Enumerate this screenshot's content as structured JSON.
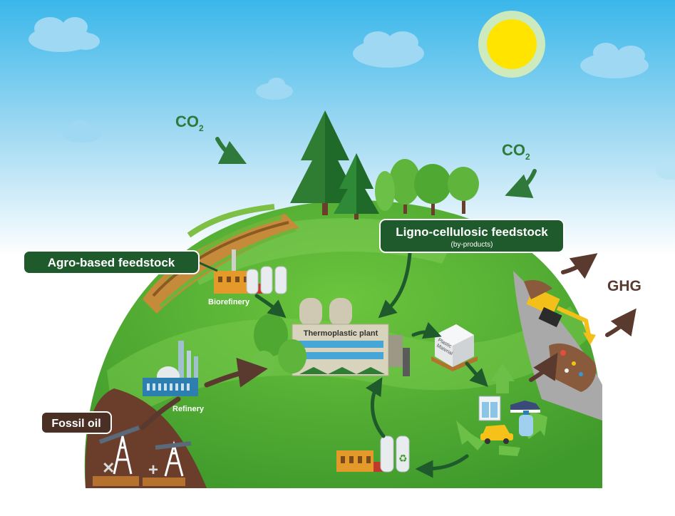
{
  "labels": {
    "co2_left_main": "CO",
    "co2_left_sub": "2",
    "co2_right_main": "CO",
    "co2_right_sub": "2",
    "ghg": "GHG",
    "agro_feedstock": "Agro-based feedstock",
    "ligno_feedstock": "Ligno-cellulosic feedstock",
    "ligno_subtitle": "(by-products)",
    "biorefinery": "Biorefinery",
    "thermoplastic_plant": "Thermoplastic plant",
    "refinery": "Refinery",
    "fossil_oil": "Fossil oil",
    "plastic_material_line1": "Plastic",
    "plastic_material_line2": "Material"
  },
  "icons": [
    "sun-icon",
    "cloud-icon",
    "pine-tree-icon",
    "deciduous-tree-icon",
    "factory-icon",
    "silo-icon",
    "pumpjack-icon",
    "excavator-icon",
    "waste-pile-icon",
    "recycle-icon",
    "window-icon",
    "shoe-icon",
    "car-icon",
    "bottle-icon",
    "pallet-box-icon",
    "arrow-icon"
  ],
  "colors": {
    "sky_top": "#39b6ea",
    "sky_bottom": "#ffffff",
    "hill_green": "#5cb83a",
    "hill_dark": "#3f9a2c",
    "label_green": "#1f5a2c",
    "co2_green": "#2f7a3a",
    "fossil_brown": "#4a2f24",
    "ghg_brown": "#5a3a2e",
    "sun": "#ffe400"
  }
}
